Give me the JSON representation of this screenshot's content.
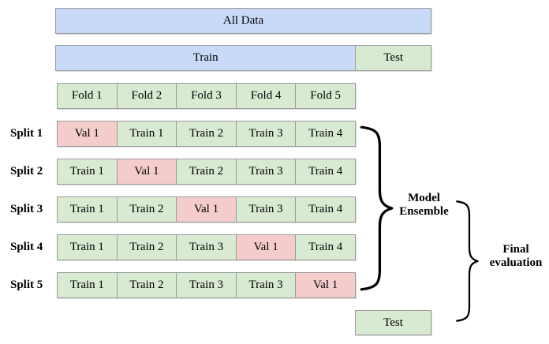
{
  "bars": {
    "all_data": "All Data",
    "train": "Train",
    "test": "Test"
  },
  "fold_headers": [
    "Fold 1",
    "Fold 2",
    "Fold 3",
    "Fold 4",
    "Fold 5"
  ],
  "splits": [
    {
      "label": "Split 1",
      "cells": [
        {
          "text": "Val 1",
          "type": "val"
        },
        {
          "text": "Train 1",
          "type": "train"
        },
        {
          "text": "Train 2",
          "type": "train"
        },
        {
          "text": "Train 3",
          "type": "train"
        },
        {
          "text": "Train 4",
          "type": "train"
        }
      ]
    },
    {
      "label": "Split 2",
      "cells": [
        {
          "text": "Train 1",
          "type": "train"
        },
        {
          "text": "Val 1",
          "type": "val"
        },
        {
          "text": "Train 2",
          "type": "train"
        },
        {
          "text": "Train 3",
          "type": "train"
        },
        {
          "text": "Train 4",
          "type": "train"
        }
      ]
    },
    {
      "label": "Split 3",
      "cells": [
        {
          "text": "Train 1",
          "type": "train"
        },
        {
          "text": "Train 2",
          "type": "train"
        },
        {
          "text": "Val 1",
          "type": "val"
        },
        {
          "text": "Train 3",
          "type": "train"
        },
        {
          "text": "Train 4",
          "type": "train"
        }
      ]
    },
    {
      "label": "Split 4",
      "cells": [
        {
          "text": "Train 1",
          "type": "train"
        },
        {
          "text": "Train 2",
          "type": "train"
        },
        {
          "text": "Train 3",
          "type": "train"
        },
        {
          "text": "Val 1",
          "type": "val"
        },
        {
          "text": "Train 4",
          "type": "train"
        }
      ]
    },
    {
      "label": "Split 5",
      "cells": [
        {
          "text": "Train 1",
          "type": "train"
        },
        {
          "text": "Train 2",
          "type": "train"
        },
        {
          "text": "Train 3",
          "type": "train"
        },
        {
          "text": "Train 3",
          "type": "train"
        },
        {
          "text": "Val 1",
          "type": "val"
        }
      ]
    }
  ],
  "bottom_test": "Test",
  "labels": {
    "model_ensemble_line1": "Model",
    "model_ensemble_line2": "Ensemble",
    "final_evaluation_line1": "Final",
    "final_evaluation_line2": "evaluation"
  },
  "colors": {
    "blue": "#c9daf8",
    "green": "#d9ead3",
    "red": "#f4cccc",
    "border": "#9b9b9b"
  }
}
